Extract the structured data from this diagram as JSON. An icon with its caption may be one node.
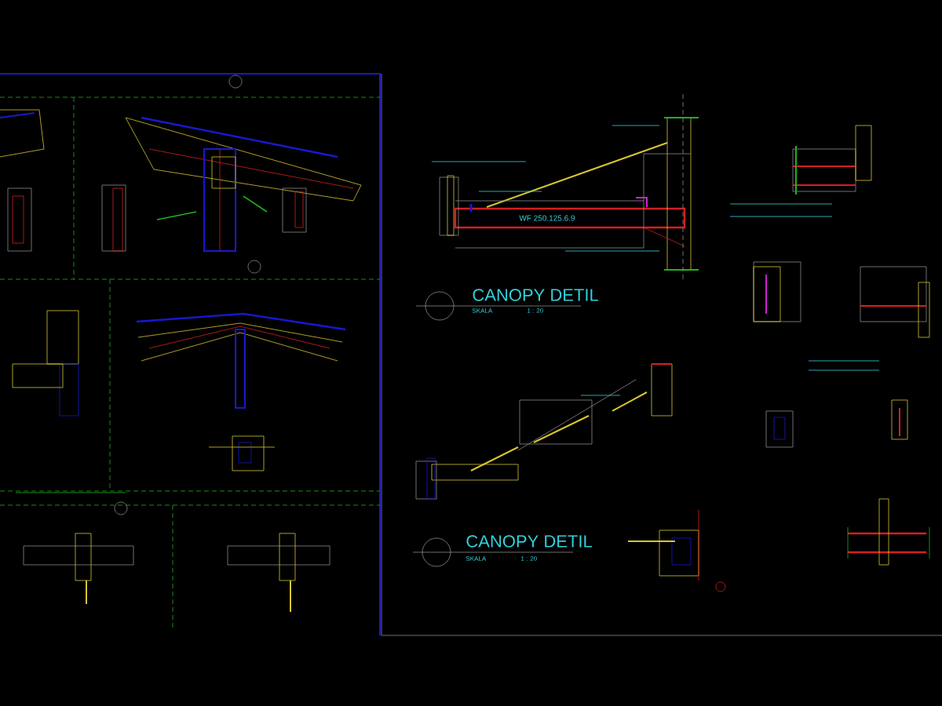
{
  "diagram": {
    "labels": [
      "WF 250.125.6.9",
      "CANOPY DETIL",
      "SKALA",
      "1 : 20",
      "CANOPY DETIL",
      "SKALA",
      "1 : 20"
    ]
  }
}
